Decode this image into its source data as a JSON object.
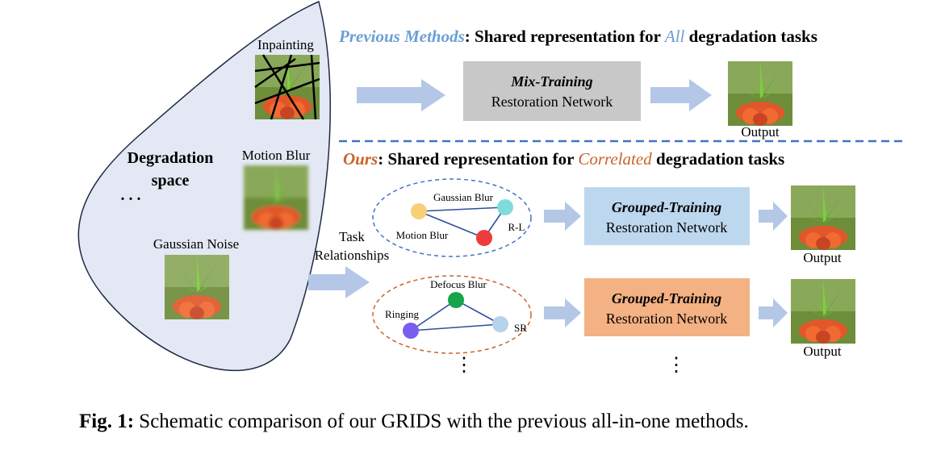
{
  "degradation_space": {
    "title_line1": "Degradation",
    "title_line2": "space",
    "ellipsis": ". . .",
    "items": [
      {
        "label": "Inpainting"
      },
      {
        "label": "Motion Blur"
      },
      {
        "label": "Gaussian Noise"
      }
    ]
  },
  "previous": {
    "heading_highlight": "Previous Methods",
    "heading_rest": ": Shared representation for ",
    "heading_highlight2": "All",
    "heading_tail": " degradation tasks",
    "box_line1": "Mix-Training",
    "box_line2": "Restoration Network",
    "output_label": "Output"
  },
  "ours": {
    "heading_highlight": "Ours",
    "heading_rest": ": Shared representation for ",
    "heading_highlight2": "Correlated",
    "heading_tail": " degradation tasks",
    "task_rel_line1": "Task",
    "task_rel_line2": "Relationships",
    "group1": {
      "nodes": [
        "Gaussian Blur",
        "R-L",
        "Motion Blur"
      ],
      "box_line1": "Grouped-Training",
      "box_line2": "Restoration Network",
      "output_label": "Output"
    },
    "group2": {
      "nodes": [
        "Defocus Blur",
        "Ringing",
        "SR"
      ],
      "box_line1": "Grouped-Training",
      "box_line2": "Restoration Network",
      "output_label": "Output"
    },
    "vdots": "⋮"
  },
  "caption": {
    "label": "Fig. 1:",
    "text": " Schematic comparison of our GRIDS with the previous all-in-one methods."
  },
  "colors": {
    "blue_text": "#6a9fd4",
    "orange_text": "#c8642a",
    "blob_fill": "#e3e8f4",
    "arrow_fill": "#b4c7e7",
    "gray_box": "#c8c8c8",
    "blue_box": "#bdd7ee",
    "orange_box": "#f4b183",
    "dashed_line": "#4472c4",
    "node_yellow": "#f9cf75",
    "node_cyan": "#7fdcdc",
    "node_red": "#ee3c3c",
    "node_green": "#16a54a",
    "node_purple": "#7a5cf0",
    "node_lightblue": "#b7d2ec"
  }
}
